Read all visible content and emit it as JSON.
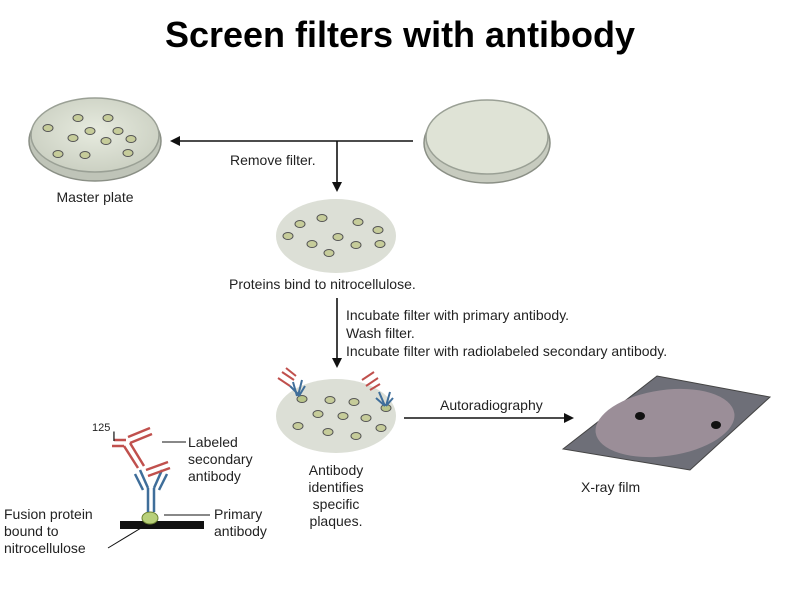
{
  "title": "Screen filters with antibody",
  "labels": {
    "master_plate": "Master plate",
    "remove_filter": "Remove filter.",
    "proteins_bind": "Proteins bind to nitrocellulose.",
    "step1": "Incubate filter with primary antibody.",
    "step2": "Wash filter.",
    "step3": "Incubate filter with radiolabeled secondary antibody.",
    "autoradiography": "Autoradiography",
    "xray_film": "X-ray film",
    "antibody_identifies": [
      "Antibody",
      "identifies",
      "specific",
      "plaques."
    ],
    "iodine_125": "125",
    "iodine_symbol": "I",
    "labeled_secondary": [
      "Labeled",
      "secondary",
      "antibody"
    ],
    "primary_antibody": [
      "Primary",
      "antibody"
    ],
    "fusion_protein": [
      "Fusion protein",
      "bound to",
      "nitrocellulose"
    ]
  },
  "colors": {
    "plate_fill": "#d8ddd0",
    "plaque_fill": "#c6cc9a",
    "film_frame": "#6e6f78",
    "film_spot": "#9b8e98",
    "antibody_red": "#c0504d",
    "antibody_blue": "#3f6e9a",
    "membrane": "#111111"
  }
}
